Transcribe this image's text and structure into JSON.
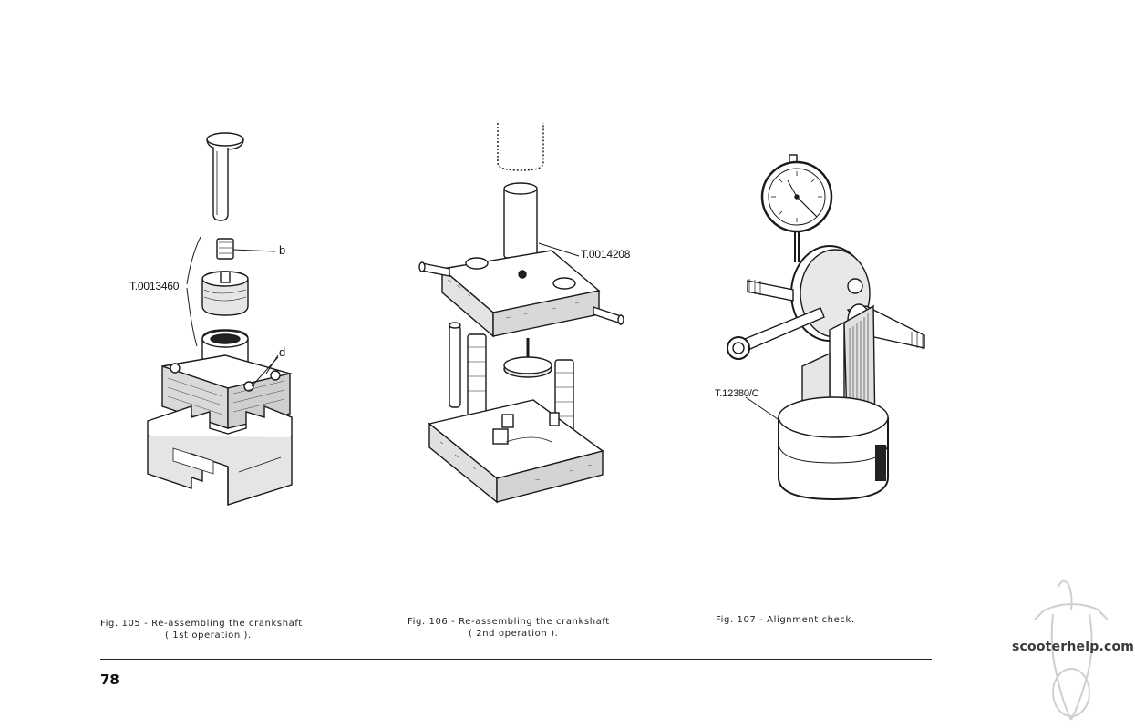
{
  "page": {
    "number": "78",
    "watermark": "scooterhelp.com"
  },
  "figures": [
    {
      "caption_line1": "Fig. 105 - Re-assembling the crankshaft",
      "caption_line2": "( 1st operation ).",
      "labels": {
        "tool": "T.0013460",
        "b": "b",
        "d": "d"
      }
    },
    {
      "caption_line1": "Fig. 106 - Re-assembling the crankshaft",
      "caption_line2": "( 2nd operation ).",
      "labels": {
        "tool": "T.0014208"
      }
    },
    {
      "caption_line1": "Fig. 107 - Alignment check.",
      "labels": {
        "tool": "T.12380/C"
      }
    }
  ]
}
